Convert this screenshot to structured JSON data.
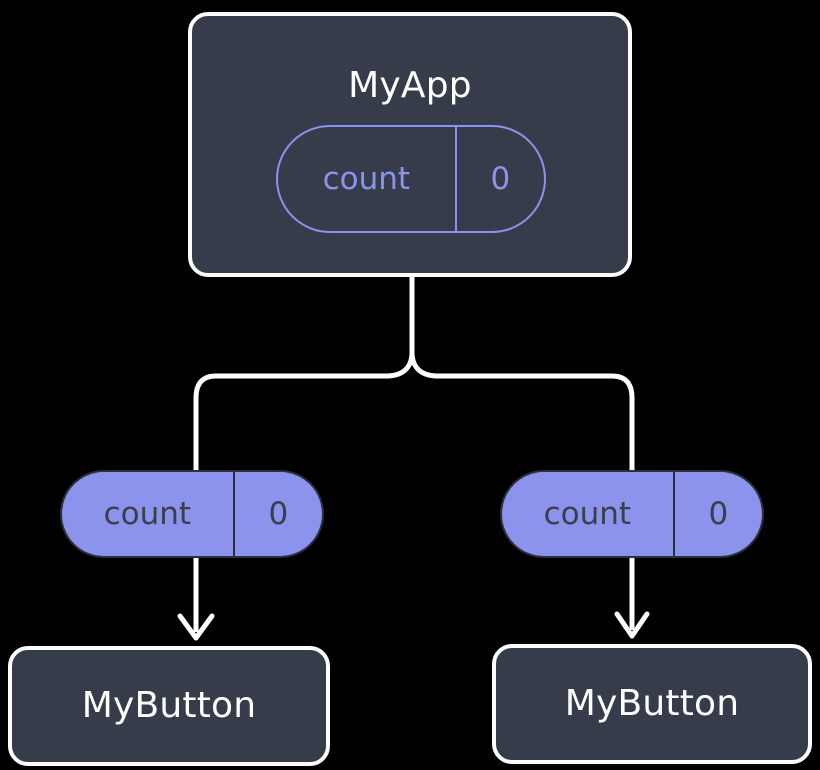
{
  "diagram": {
    "title": "MyApp component tree with shared count state",
    "background_color": "#000000",
    "colors": {
      "box_fill": "#363c4a",
      "box_border": "#fdfdfd",
      "accent": "#8b93ec",
      "wire": "#ffffff",
      "filled_pill_text": "#3a3f4b"
    }
  },
  "root": {
    "component_label": "MyApp",
    "state": {
      "key": "count",
      "value": "0"
    }
  },
  "consumers": [
    {
      "state": {
        "key": "count",
        "value": "0"
      },
      "component_label": "MyButton"
    },
    {
      "state": {
        "key": "count",
        "value": "0"
      },
      "component_label": "MyButton"
    }
  ]
}
